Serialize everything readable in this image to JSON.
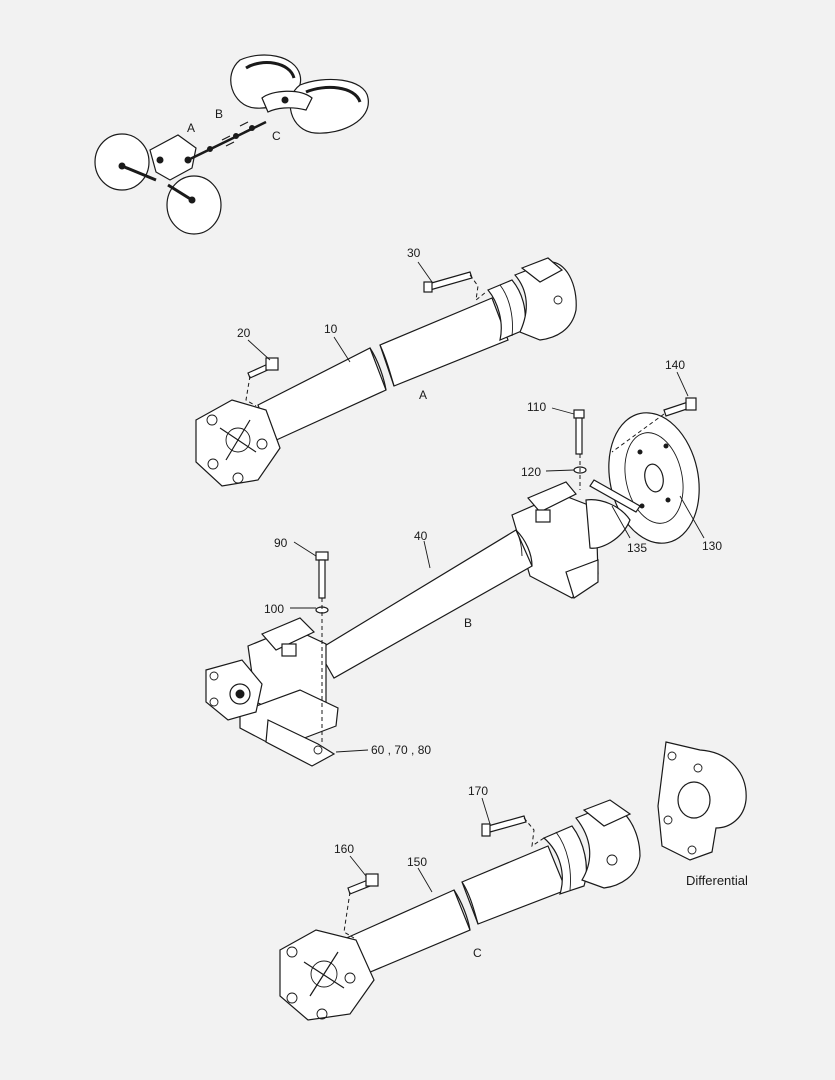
{
  "overview": {
    "shaft_labels": [
      "A",
      "B",
      "C"
    ]
  },
  "shaft_a": {
    "section_label": "A",
    "callouts": [
      "30",
      "20",
      "10"
    ]
  },
  "shaft_b": {
    "section_label": "B",
    "callouts": [
      "140",
      "110",
      "120",
      "130",
      "135",
      "40",
      "90",
      "100",
      "60 , 70 , 80"
    ]
  },
  "shaft_c": {
    "section_label": "C",
    "callouts": [
      "170",
      "160",
      "150"
    ],
    "differential_label": "Differential"
  },
  "colors": {
    "background": "#f2f2f2",
    "line": "#1a1a1a",
    "fill": "#ffffff"
  }
}
